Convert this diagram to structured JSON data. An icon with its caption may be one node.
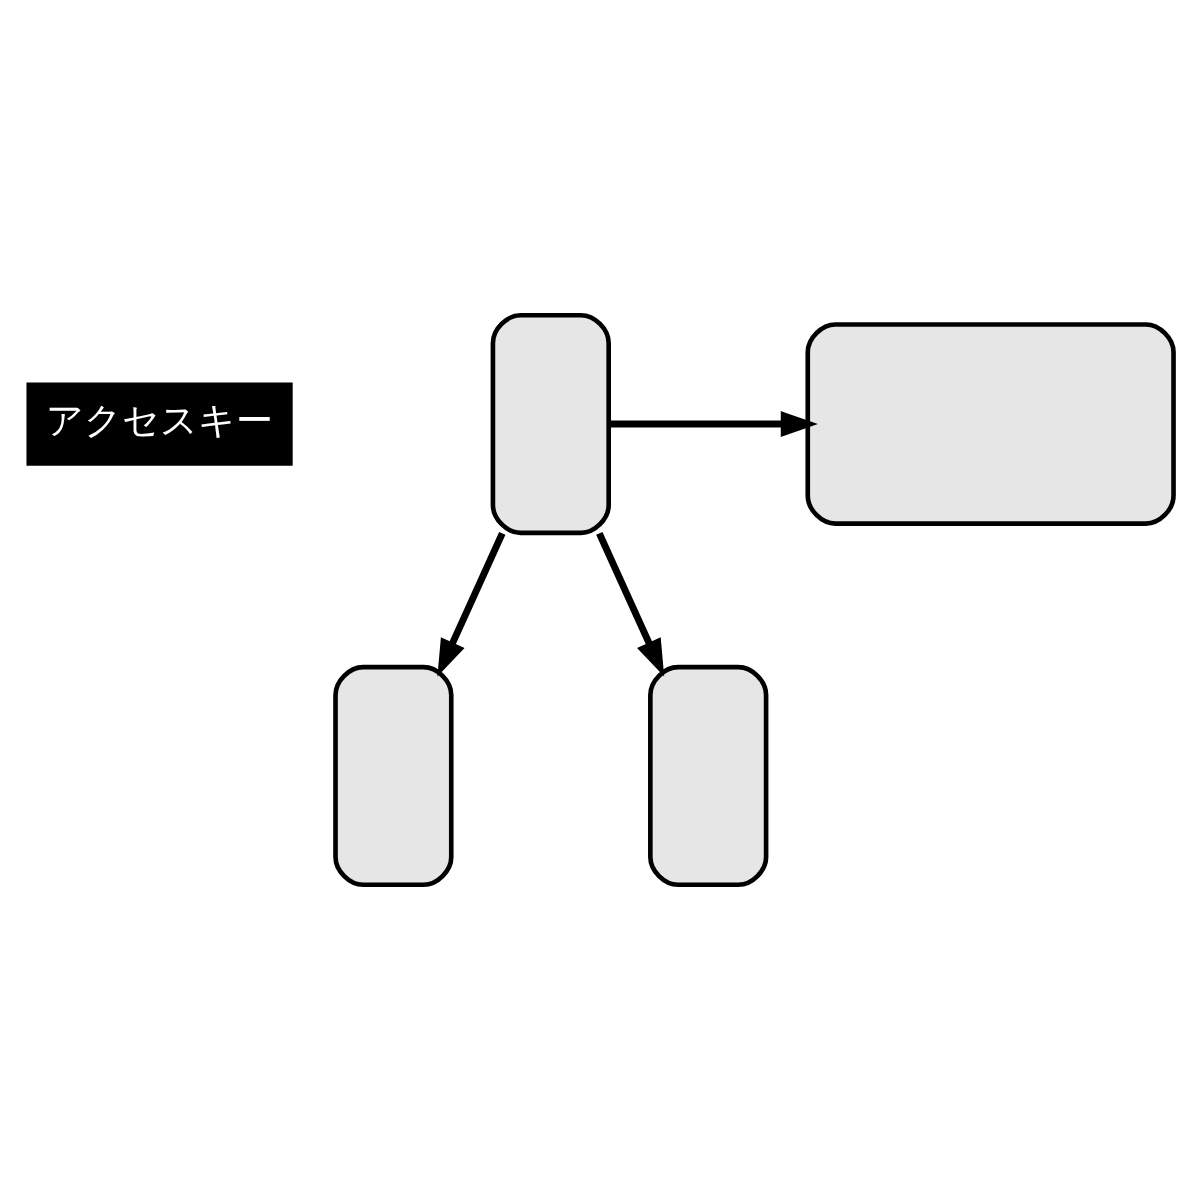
{
  "diagram": {
    "nodes": [
      {
        "text": [],
        "shape": "box"
      },
      {
        "text": [],
        "shape": "box"
      },
      {
        "text": [],
        "shape": "box"
      },
      {
        "text": [],
        "shape": "box"
      }
    ],
    "edges": [
      {
        "from": 0,
        "to": 1,
        "arrow": "to"
      },
      {
        "from": 0,
        "to": 2,
        "arrow": "to"
      },
      {
        "from": 0,
        "to": 3,
        "arrow": "to"
      }
    ],
    "labels": [
      "アクセスキー"
    ]
  }
}
